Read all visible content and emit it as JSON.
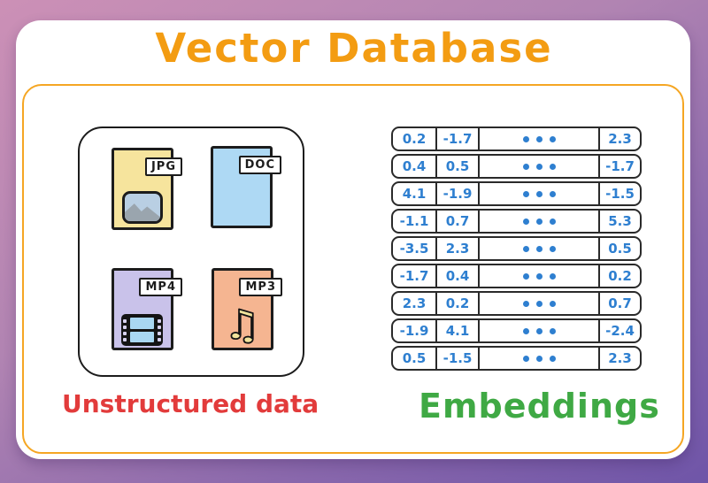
{
  "title": "Vector Database",
  "colors": {
    "background_top": "#CC90B6",
    "background_bottom": "#6F55A8",
    "card_white": "#FFFFFF",
    "title_orange": "#F39C12",
    "border_orange": "#F5A623",
    "outline_black": "#1C1C1C",
    "value_blue": "#2E7FD0",
    "label_red": "#E23B3B",
    "label_green": "#3FA944"
  },
  "left_panel": {
    "label": "Unstructured data",
    "files": [
      {
        "type": "JPG",
        "icon": "image-icon",
        "color": "#F6E49D"
      },
      {
        "type": "DOC",
        "icon": "document-lines-icon",
        "color": "#AED9F4"
      },
      {
        "type": "MP4",
        "icon": "film-strip-icon",
        "color": "#C9C2EA"
      },
      {
        "type": "MP3",
        "icon": "music-note-icon",
        "color": "#F5B591",
        "glyph": "♫"
      }
    ]
  },
  "right_panel": {
    "label": "Embeddings",
    "rows": [
      [
        "0.2",
        "-1.7",
        "2.3"
      ],
      [
        "0.4",
        "0.5",
        "-1.7"
      ],
      [
        "4.1",
        "-1.9",
        "-1.5"
      ],
      [
        "-1.1",
        "0.7",
        "5.3"
      ],
      [
        "-3.5",
        "2.3",
        "0.5"
      ],
      [
        "-1.7",
        "0.4",
        "0.2"
      ],
      [
        "2.3",
        "0.2",
        "0.7"
      ],
      [
        "-1.9",
        "4.1",
        "-2.4"
      ],
      [
        "0.5",
        "-1.5",
        "2.3"
      ]
    ]
  }
}
